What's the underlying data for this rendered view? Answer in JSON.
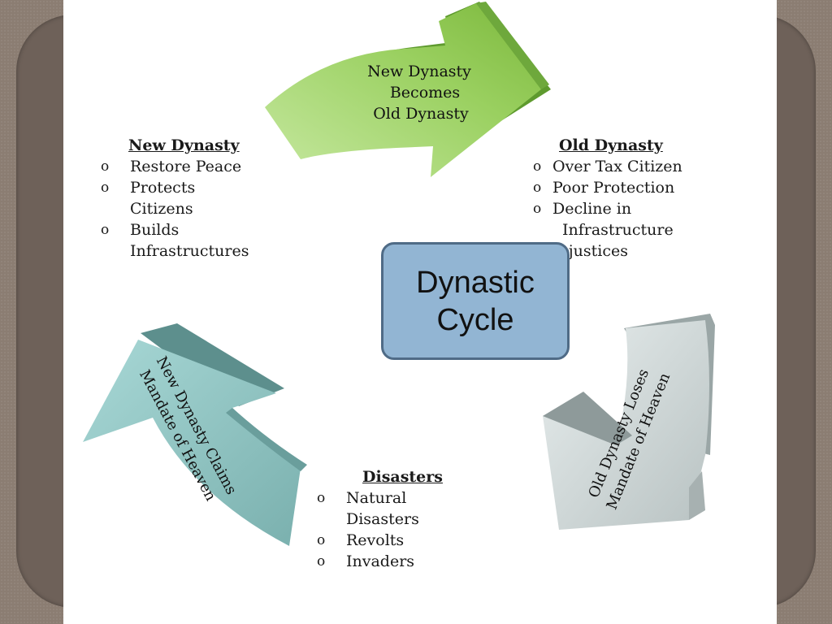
{
  "diagram": {
    "center": {
      "line1": "Dynastic",
      "line2": "Cycle"
    },
    "arrows": {
      "top": {
        "line1": "New Dynasty",
        "line2": "Becomes",
        "line3": "Old Dynasty",
        "color": "#8fc85a"
      },
      "right": {
        "line1": "Old Dynasty Loses",
        "line2": "Mandate of Heaven",
        "color": "#c9d0d0"
      },
      "left": {
        "line1": "New Dynasty Claims",
        "line2": "Mandate of Heaven",
        "color": "#8cc4c4"
      }
    },
    "new_dynasty": {
      "heading": "New Dynasty",
      "bullet": "o",
      "items": [
        "Restore Peace",
        "Protects",
        "Citizens",
        "Builds",
        "Infrastructures"
      ]
    },
    "old_dynasty": {
      "heading": "Old Dynasty",
      "bullet": "o",
      "items": [
        "Over Tax Citizen",
        "Poor Protection",
        "Decline in",
        "Infrastructure",
        "Injustices"
      ]
    },
    "disasters": {
      "heading": "Disasters",
      "bullet": "o",
      "items": [
        "Natural",
        "Disasters",
        "Revolts",
        "Invaders"
      ]
    }
  }
}
